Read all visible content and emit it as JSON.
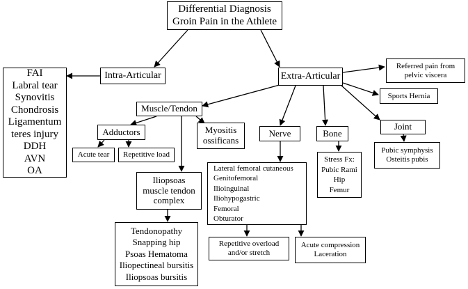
{
  "title": {
    "line1": "Differential Diagnosis",
    "line2": "Groin Pain in the Athlete"
  },
  "intra": {
    "label": "Intra-Articular",
    "items": [
      "FAI",
      "Labral tear",
      "Synovitis",
      "Chondrosis",
      "Ligamentum",
      "teres injury",
      "DDH",
      "AVN",
      "OA"
    ]
  },
  "extra": {
    "label": "Extra-Articular"
  },
  "referred": {
    "line1": "Referred pain from",
    "line2": "pelvic viscera"
  },
  "sports_hernia": {
    "label": "Sports Hernia"
  },
  "muscle_tendon": {
    "label": "Muscle/Tendon"
  },
  "adductors": {
    "label": "Adductors"
  },
  "acute_tear": {
    "label": "Acute tear"
  },
  "repetitive_load": {
    "label": "Repetitive load"
  },
  "myositis": {
    "line1": "Myositis",
    "line2": "ossificans"
  },
  "iliopsoas": {
    "line1": "Iliopsoas",
    "line2": "muscle tendon",
    "line3": "complex"
  },
  "iliopsoas_conditions": {
    "items": [
      "Tendonopathy",
      "Snapping hip",
      "Psoas Hematoma",
      "Iliopectineal bursitis",
      "Iliopsoas bursitis"
    ]
  },
  "nerve": {
    "label": "Nerve"
  },
  "nerve_list": {
    "items": [
      "Lateral femoral cutaneous",
      "Genitofemoral",
      "Ilioinguinal",
      "Iliohypogastric",
      "Femoral",
      "Obturator"
    ]
  },
  "repetitive_overload": {
    "line1": "Repetitive overload",
    "line2": "and/or stretch"
  },
  "acute_compression": {
    "line1": "Acute compression",
    "line2": "Laceration"
  },
  "bone": {
    "label": "Bone"
  },
  "bone_list": {
    "items": [
      "Stress Fx:",
      "Pubic Rami",
      "Hip",
      "Femur"
    ]
  },
  "joint": {
    "label": "Joint"
  },
  "joint_list": {
    "items": [
      "Pubic symphysis",
      "Osteitis pubis"
    ]
  }
}
